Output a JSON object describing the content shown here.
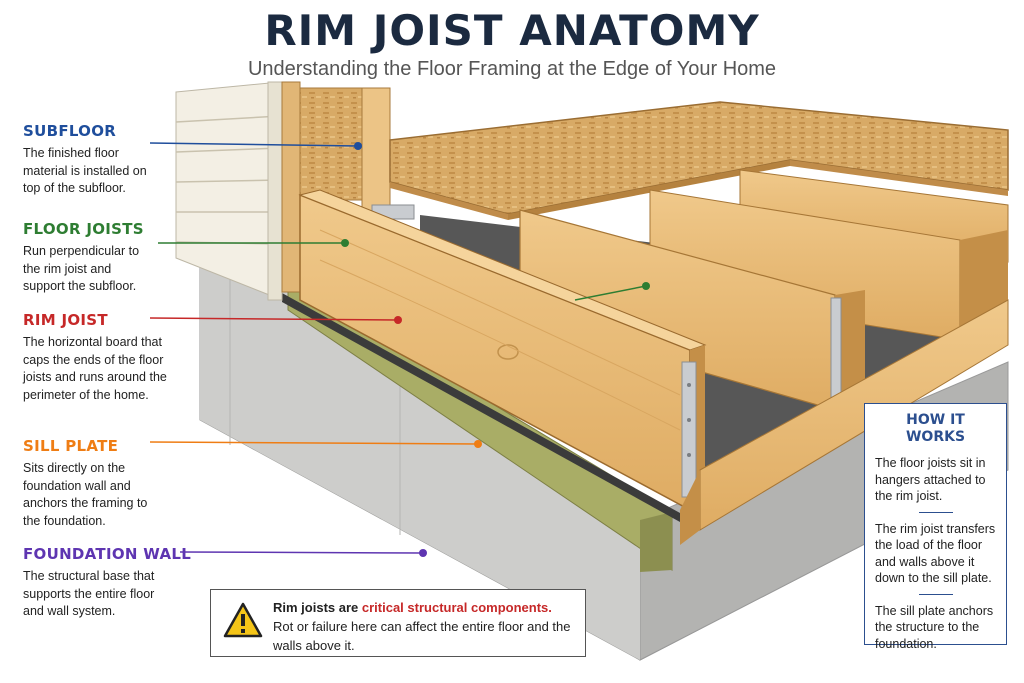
{
  "header": {
    "title": "RIM JOIST ANATOMY",
    "subtitle": "Understanding the Floor Framing at the Edge of Your Home"
  },
  "labels": [
    {
      "key": "subfloor",
      "title": "SUBFLOOR",
      "color": "#1f4e9c",
      "description": "The finished floor material is installed on top of the subfloor."
    },
    {
      "key": "floor_joists",
      "title": "FLOOR JOISTS",
      "color": "#2e7d32",
      "description": "Run perpendicular to the rim joist and support the subfloor."
    },
    {
      "key": "rim_joist",
      "title": "RIM JOIST",
      "color": "#c62828",
      "description": "The horizontal board that caps the ends of the floor joists and runs around the perimeter of the home."
    },
    {
      "key": "sill_plate",
      "title": "SILL PLATE",
      "color": "#ef7d14",
      "description": "Sits directly on the foundation wall and anchors the framing to the foundation."
    },
    {
      "key": "foundation_wall",
      "title": "FOUNDATION WALL",
      "color": "#5e35b1",
      "description": "The structural base that supports the entire floor and wall system."
    }
  ],
  "how_it_works": {
    "title": "HOW IT WORKS",
    "steps": [
      "The floor joists sit in hangers attached to the rim joist.",
      "The rim joist transfers the load of the floor and walls above it down to the sill plate.",
      "The sill plate anchors the structure to the foundation."
    ],
    "accent_color": "#2c4f8f"
  },
  "warning": {
    "lead": "Rim joists are ",
    "highlight": "critical structural components.",
    "body": "Rot or failure here can affect the entire floor and the walls above it.",
    "icon": "warning-triangle-icon",
    "highlight_color": "#c62828"
  }
}
